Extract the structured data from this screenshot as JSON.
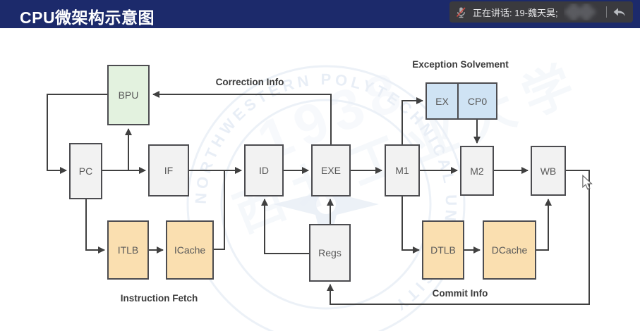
{
  "header": {
    "title": "CPU微架构示意图"
  },
  "meeting_overlay": {
    "speaking_label": "正在讲话: 19-魏天昊;"
  },
  "diagram": {
    "section_labels": {
      "correction": "Correction Info",
      "exception": "Exception Solvement",
      "instruction_fetch": "Instruction Fetch",
      "commit": "Commit Info"
    },
    "nodes": {
      "bpu": "BPU",
      "pc": "PC",
      "if": "IF",
      "id": "ID",
      "exe": "EXE",
      "m1": "M1",
      "m2": "M2",
      "wb": "WB",
      "itlb": "ITLB",
      "icache": "ICache",
      "regs": "Regs",
      "dtlb": "DTLB",
      "dcache": "DCache",
      "ex": "EX",
      "cp0": "CP0"
    },
    "colors": {
      "header_bg": "#1c2a6b",
      "pipeline_fill": "#f2f2f2",
      "bpu_fill": "#e3f2df",
      "cache_fill": "#fadfb0",
      "exception_fill": "#cfe3f4",
      "line": "#404040"
    }
  },
  "watermark": {
    "ring_text": "NORTHWESTERN POLYTECHNICAL UNIVERSITY",
    "seal_chars": "西北工业大学",
    "year": "1938"
  }
}
